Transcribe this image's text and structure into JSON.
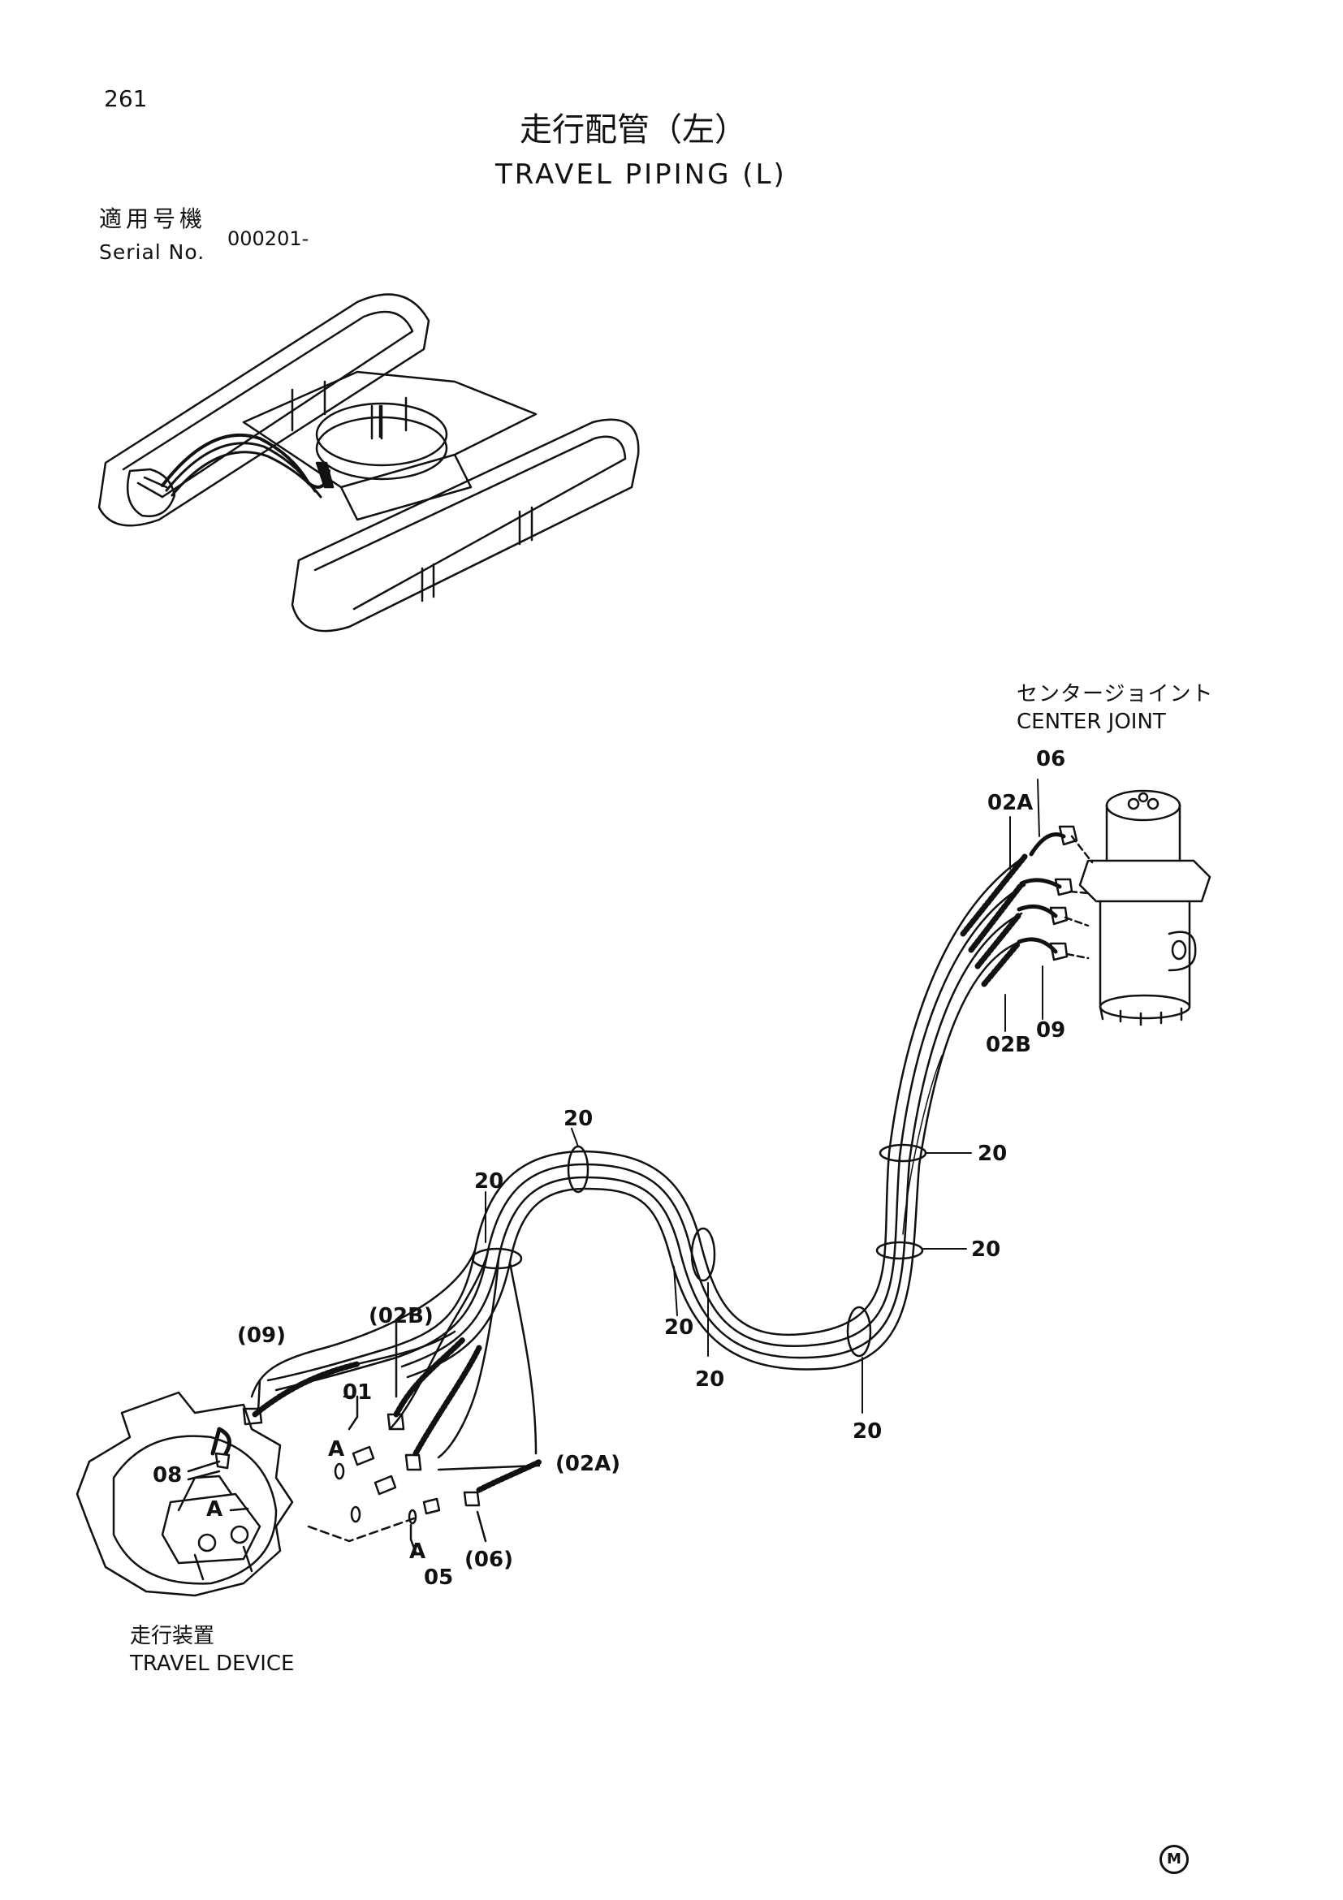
{
  "page_number": "261",
  "title_ja": "走行配管（左）",
  "title_en": "TRAVEL PIPING (L)",
  "serial": {
    "label_ja": "適用号機",
    "label_en": "Serial No.",
    "value": "000201-"
  },
  "center_joint": {
    "ja": "センタージョイント",
    "en": "CENTER JOINT"
  },
  "travel_device": {
    "ja": "走行装置",
    "en": "TRAVEL DEVICE"
  },
  "callouts": {
    "c06_top": "06",
    "c02a_top": "02A",
    "c02b_right": "02B",
    "c09_right": "09",
    "c20_top": "20",
    "c20_upper": "20",
    "c20_right1": "20",
    "c20_right2": "20",
    "c20_mid1": "20",
    "c20_mid2": "20",
    "c20_bottom": "20",
    "c09_paren": "(09)",
    "c02b_paren": "(02B)",
    "c01": "01",
    "cA_upper": "A",
    "c08": "08",
    "cA_left": "A",
    "c02a_paren": "(02A)",
    "cA_lower": "A",
    "c05": "05",
    "c06_paren": "(06)"
  },
  "mark_symbol": "M"
}
